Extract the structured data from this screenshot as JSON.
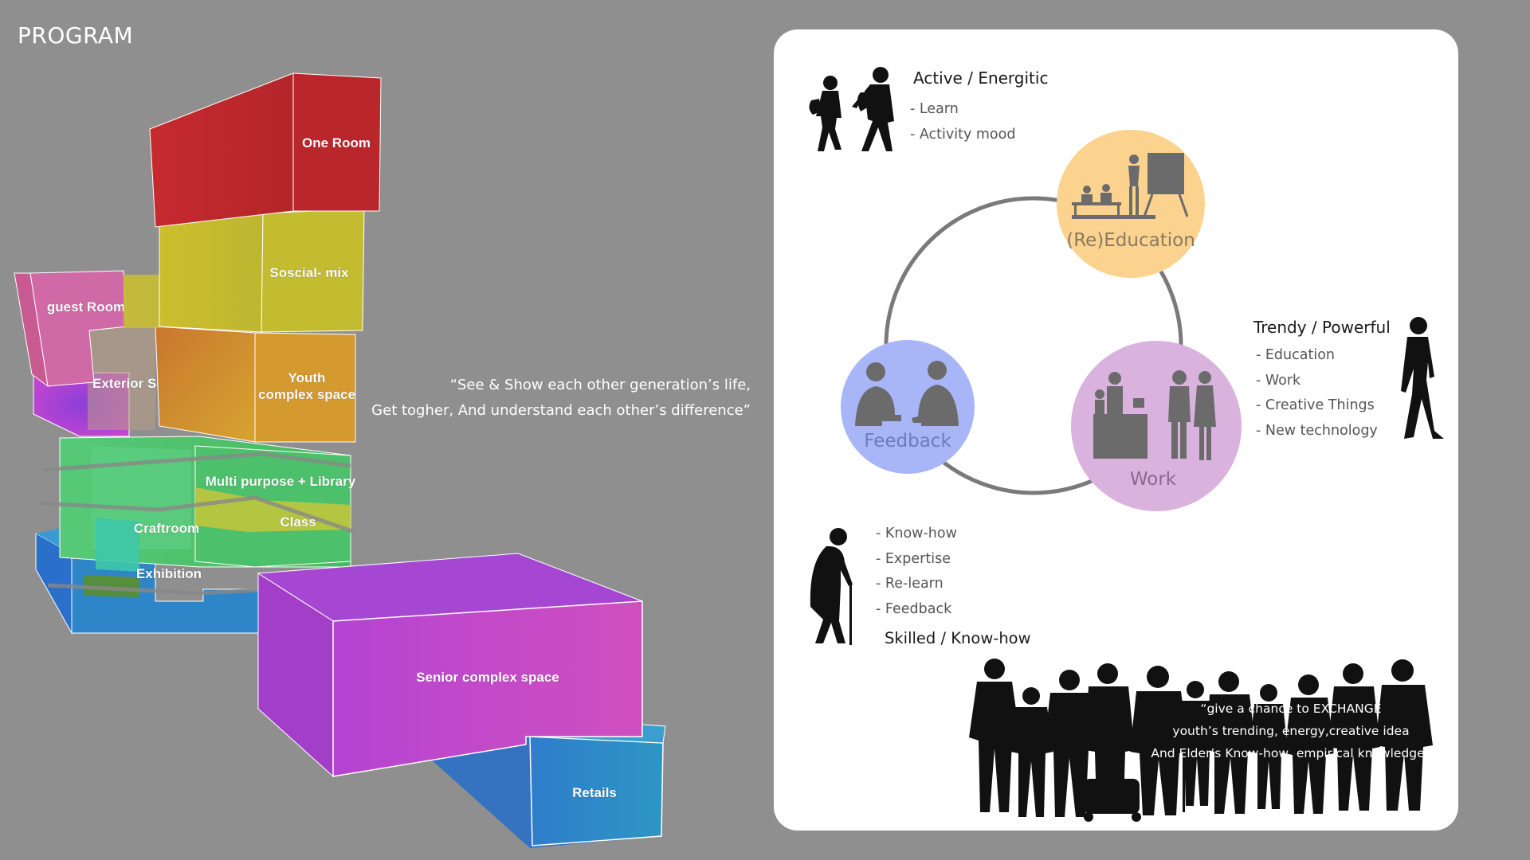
{
  "title": "PROGRAM",
  "blocks": {
    "one_room": "One Room",
    "social_mix": "Soscial- mix",
    "guest_room": "guest Room",
    "exterior_social_mix": "Exterior Social-mix",
    "youth_complex_line1": "Youth",
    "youth_complex_line2": "complex space",
    "multipurpose_library": "Multi purpose + Library",
    "class": "Class",
    "craftroom": "Craftroom",
    "exhibition": "Exhibition",
    "senior_complex": "Senior complex space",
    "retails": "Retails"
  },
  "block_colors": {
    "one_room": "#bf2a2e",
    "social_mix": "#c7bf2e",
    "guest_room": "#cc5fa4",
    "youth_complex": "#d3952f",
    "library": "#4ebf6a",
    "senior_complex": "#c84ec8",
    "retails": "#2f8ac6"
  },
  "center_quote": {
    "line1": "“See & Show each other generation’s life,",
    "line2": "Get togher, And understand each other’s difference”"
  },
  "groups": {
    "youth": {
      "heading": "Active / Energitic",
      "items": [
        "- Learn",
        "- Activity mood"
      ]
    },
    "adult": {
      "heading": "Trendy /  Powerful",
      "items": [
        "- Education",
        "- Work",
        "- Creative Things",
        "- New technology"
      ]
    },
    "senior": {
      "items": [
        "- Know-how",
        "- Expertise",
        "- Re-learn",
        "- Feedback"
      ],
      "heading": "Skilled / Know-how"
    }
  },
  "cycle": {
    "education": "(Re)Education",
    "work": "Work",
    "feedback": "Feedback"
  },
  "cycle_colors": {
    "education": "#fbd38f",
    "work": "#d9b2dd",
    "feedback": "#a8b6f8",
    "ring": "#7a7a7a"
  },
  "crowd_quote": {
    "line1": "“give a chance to EXCHANGE",
    "line2": "youth’s trending, energy,creative idea",
    "line3": "And Elder’s Know-how, empirical knowledge”"
  },
  "icons": [
    "children-walking-icon",
    "adult-walking-icon",
    "elder-with-cane-icon",
    "classroom-icon",
    "coworking-icon",
    "conversation-icon",
    "crowd-icon"
  ]
}
